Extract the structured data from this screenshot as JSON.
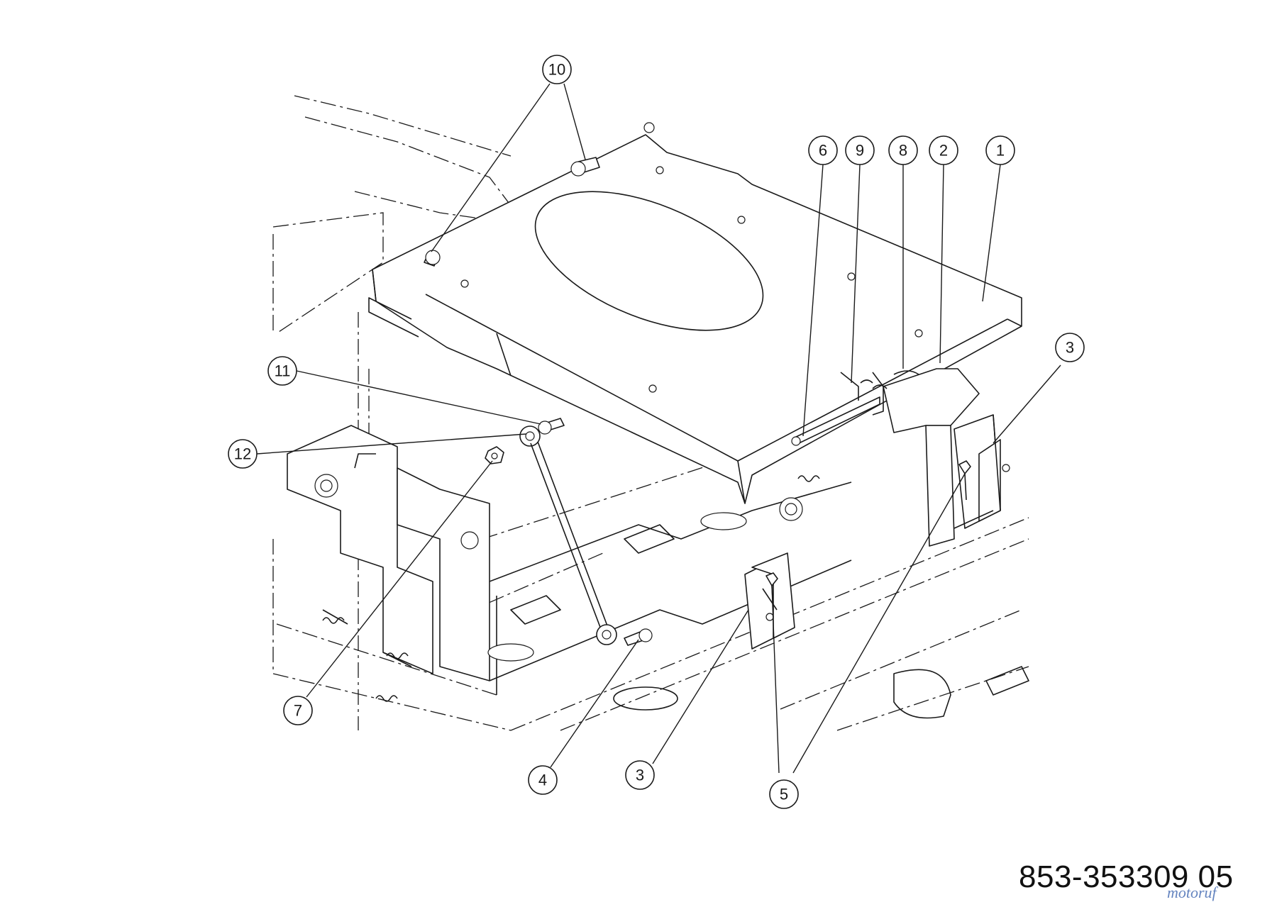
{
  "diagram": {
    "part_number": "853-353309 05",
    "watermark": "motoruf",
    "callouts": [
      {
        "label": "1"
      },
      {
        "label": "2"
      },
      {
        "label": "8"
      },
      {
        "label": "9"
      },
      {
        "label": "6"
      },
      {
        "label": "10"
      },
      {
        "label": "11"
      },
      {
        "label": "12"
      },
      {
        "label": "7"
      },
      {
        "label": "4"
      },
      {
        "label": "3"
      },
      {
        "label": "3"
      },
      {
        "label": "5"
      }
    ]
  }
}
